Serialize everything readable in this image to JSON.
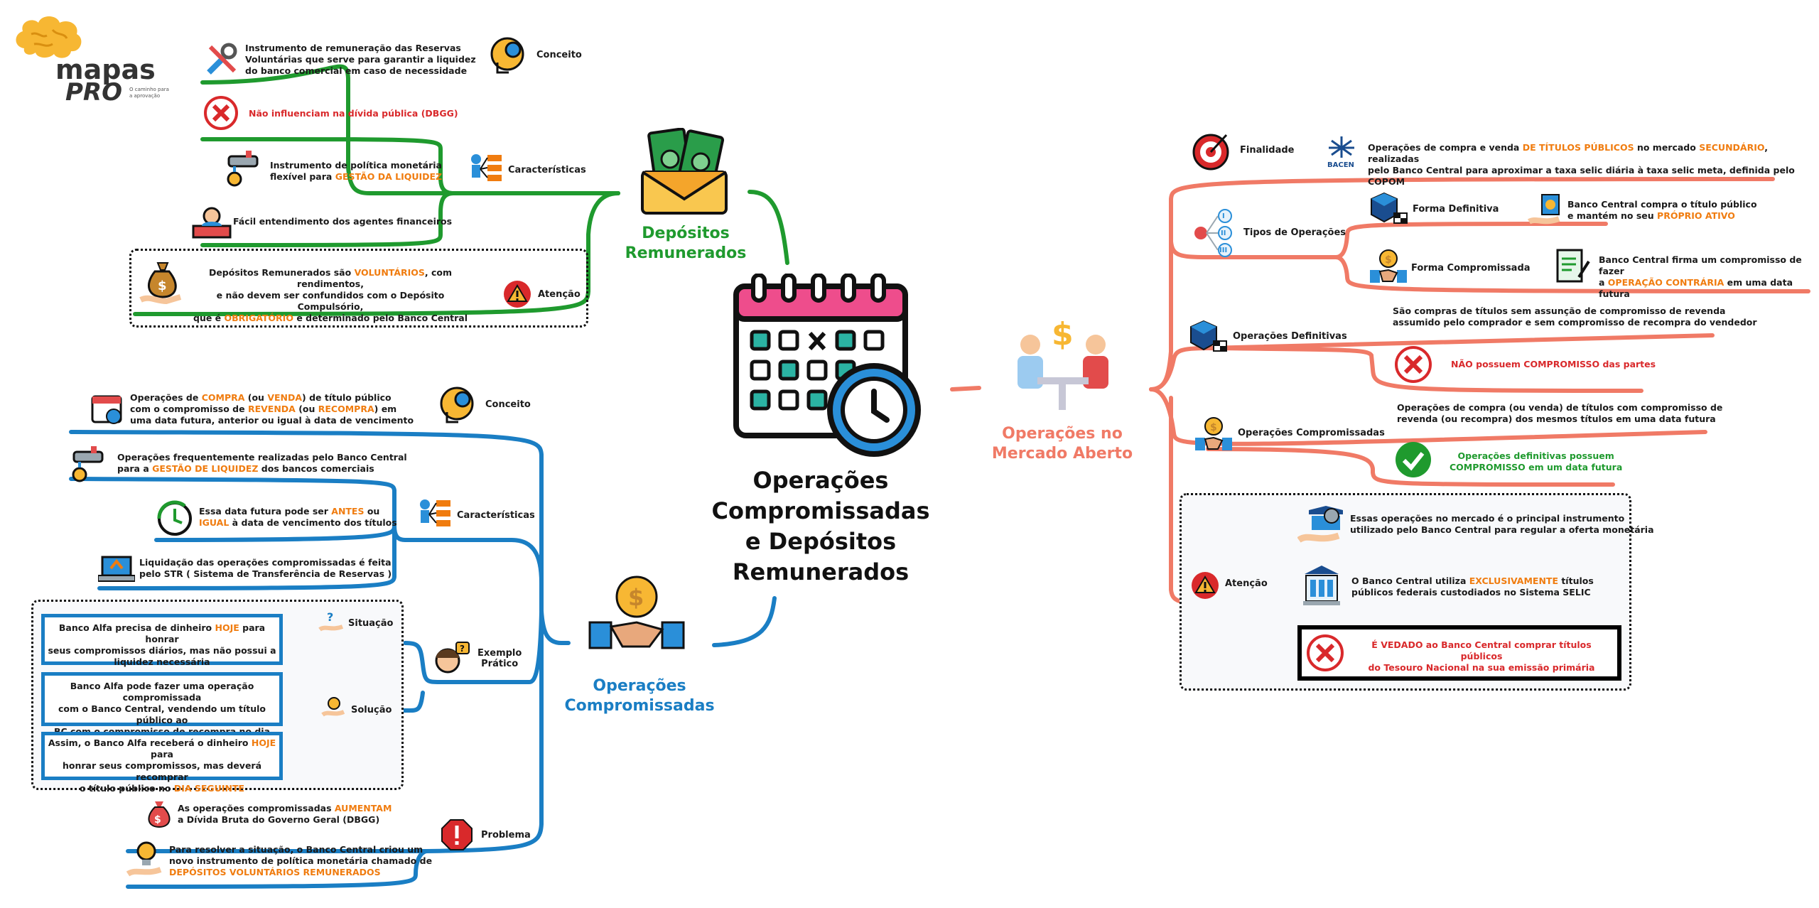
{
  "logo": {
    "word1": "mapas",
    "word2": "PRO",
    "tagline": "O caminho para a aprovação"
  },
  "center": {
    "line1": "Operações",
    "line2": "Compromissadas",
    "line3": "e Depósitos",
    "line4": "Remunerados"
  },
  "depositos": {
    "title1": "Depósitos",
    "title2": "Remunerados",
    "conceito_label": "Conceito",
    "conceito_text1": "Instrumento de remuneração das Reservas",
    "conceito_text2": "Voluntárias que serve para garantir a liquidez",
    "conceito_text3": "do banco comercial  em caso de necessidade",
    "nao_influenciam": "Não influenciam na dívida pública (DBGG)",
    "caracteristicas_label": "Características",
    "instr1": "Instrumento de política monetária",
    "instr2a": "flexível para ",
    "instr2b": "GESTÃO DA LIQUIDEZ",
    "facil": "Fácil entendimento dos agentes financeiros",
    "atencao_label": "Atenção",
    "at1a": "Depósitos Remunerados são ",
    "at1b": "VOLUNTÁRIOS",
    "at1c": ", com rendimentos,",
    "at2": "e não devem ser confundidos com o Depósito Compulsório,",
    "at3a": "que é ",
    "at3b": "OBRIGATÓRIO",
    "at3c": " e determinado pelo Banco Central"
  },
  "operacoes": {
    "title1": "Operações",
    "title2": "Compromissadas",
    "conceito_label": "Conceito",
    "c1a": "Operações de ",
    "c1b": "COMPRA",
    "c1c": " (ou ",
    "c1d": "VENDA",
    "c1e": ") de título público",
    "c2a": "com o compromisso de ",
    "c2b": "REVENDA",
    "c2c": " (ou ",
    "c2d": "RECOMPRA",
    "c2e": ") em",
    "c3": "uma data futura, anterior ou igual à data de vencimento",
    "caracteristicas_label": "Características",
    "f1": "Operações frequentemente realizadas pelo Banco Central",
    "f2a": "para a ",
    "f2b": "GESTÃO DE LIQUIDEZ",
    "f2c": " dos bancos comerciais",
    "d1a": "Essa data futura pode ser ",
    "d1b": "ANTES",
    "d1c": " ou",
    "d2a": "IGUAL",
    "d2b": "  à data de vencimento dos títulos",
    "l1": "Liquidação das operações compromissadas é feita",
    "l2": "pelo STR ( Sistema de Transferência de Reservas )",
    "exemplo_label1": "Exemplo",
    "exemplo_label2": "Prático",
    "situacao_label": "Situação",
    "s1a": "Banco Alfa precisa de dinheiro ",
    "s1b": "HOJE",
    "s1c": "  para honrar",
    "s2": "seus compromissos diários,  mas não possui a",
    "s3": "liquidez necessária",
    "solucao_label": "Solução",
    "so1": "Banco Alfa pode fazer uma operação compromissada",
    "so2": "com o Banco Central, vendendo um título público ao",
    "so3": "BC com o compromisso de recompra no dia seguinte",
    "as1a": "Assim, o Banco Alfa receberá o dinheiro ",
    "as1b": "HOJE",
    "as1c": " para",
    "as2": "honrar seus compromissos, mas deverá recomprar",
    "as3a": "o título público no ",
    "as3b": "DIA SEGUINTE",
    "problema_label": "Problema",
    "p1a": "As operações compromissadas ",
    "p1b": "AUMENTAM",
    "p2": "a Dívida Bruta do Governo Geral (DBGG)",
    "r1": "Para resolver a situação, o Banco Central criou um",
    "r2": "novo instrumento de política monetária chamado de",
    "r3": "DEPÓSITOS VOLUNTÁRIOS REMUNERADOS"
  },
  "mercado": {
    "title1": "Operações no",
    "title2": "Mercado Aberto",
    "finalidade_label": "Finalidade",
    "bacen": "BACEN",
    "fi1a": "Operações de compra e venda ",
    "fi1b": "DE TÍTULOS PÚBLICOS",
    "fi1c": " no mercado ",
    "fi1d": "SECUNDÁRIO",
    "fi1e": ", realizadas",
    "fi2": "pelo Banco Central para aproximar a taxa selic diária à taxa selic meta, definida pelo COPOM",
    "tipos_label": "Tipos de Operações",
    "roman": [
      "I",
      "II",
      "III"
    ],
    "definitiva_label": "Forma Definitiva",
    "def1": "Banco Central compra o título público",
    "def2a": "e mantém no seu ",
    "def2b": "PRÓPRIO ATIVO",
    "compromissada_label": "Forma Compromissada",
    "com1": "Banco Central firma um compromisso de fazer",
    "com2a": "a ",
    "com2b": "OPERAÇÃO CONTRÁRIA",
    "com2c": " em uma data futura",
    "opdef_label": "Operações Definitivas",
    "od1": "São compras de títulos sem assunção de compromisso de revenda",
    "od2": "assumido pelo comprador e sem compromisso de recompra do vendedor",
    "od3a": "NÃO",
    "od3b": " possuem ",
    "od3c": "COMPROMISSO",
    "od3d": " das partes",
    "opcom_label": "Operações Compromissadas",
    "oc1": "Operações de compra (ou venda) de títulos com compromisso de",
    "oc2": "revenda  (ou recompra) dos mesmos títulos em uma data futura",
    "oc3": "Operações definitivas possuem",
    "oc4a": "COMPROMISSO",
    "oc4b": " em um data futura",
    "atencao_label": "Atenção",
    "a1": "Essas operações no mercado é o principal instrumento",
    "a2": "utilizado pelo Banco Central para regular a oferta monetária",
    "a3a": "O Banco Central utiliza ",
    "a3b": "EXCLUSIVAMENTE",
    "a3c": " títulos",
    "a4": "públicos federais custodiados no Sistema SELIC",
    "v1a": "É VEDADO",
    "v1b": " ao Banco Central comprar títulos públicos",
    "v2": "do Tesouro Nacional na sua emissão primária"
  },
  "colors": {
    "green": "#1f9a2e",
    "blue": "#1a7ec4",
    "salmon": "#f07a66",
    "orange": "#f07c0f",
    "red": "#d9292b"
  }
}
